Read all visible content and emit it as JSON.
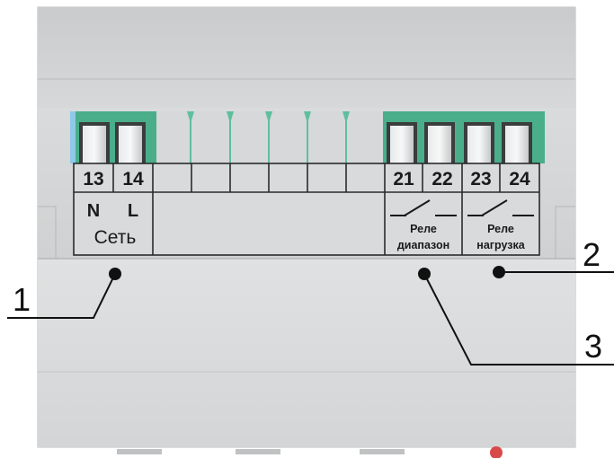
{
  "terminals": {
    "t13": "13",
    "t14": "14",
    "t21": "21",
    "t22": "22",
    "t23": "23",
    "t24": "24"
  },
  "network": {
    "n": "N",
    "l": "L",
    "label": "Сеть"
  },
  "relay_range": {
    "line1": "Реле",
    "line2": "диапазон"
  },
  "relay_load": {
    "line1": "Реле",
    "line2": "нагрузка"
  },
  "callouts": {
    "c1": "1",
    "c2": "2",
    "c3": "3"
  },
  "colors": {
    "housing": "#d4d6d7",
    "terminal_green": "#4aae8a",
    "terminal_light": "#9be0c8",
    "blue_edge": "#8fc8e8"
  }
}
